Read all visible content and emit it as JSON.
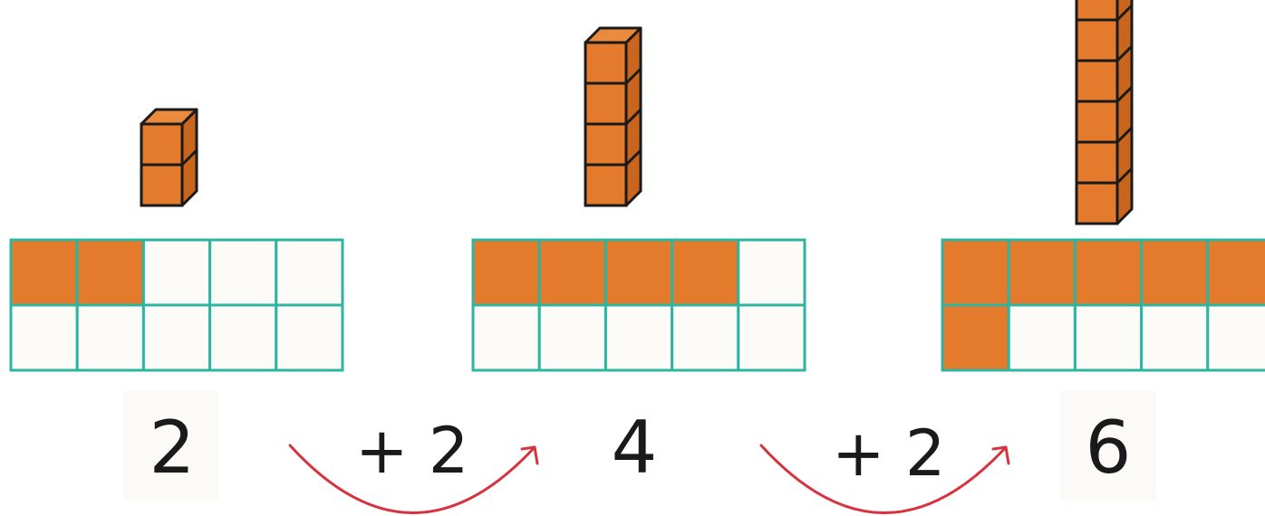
{
  "colors": {
    "cube_fill": "#e37a2c",
    "cube_top": "#ea8a3d",
    "cube_side": "#c9651c",
    "cube_stroke": "#1a1a1a",
    "frame_stroke": "#2cb5a0",
    "frame_empty": "#fdfbf8",
    "frame_filled": "#e37a2c",
    "arrow": "#d8323f"
  },
  "steps": [
    {
      "value": 2,
      "label": "2"
    },
    {
      "value": 4,
      "label": "4"
    },
    {
      "value": 6,
      "label": "6"
    }
  ],
  "jumps": [
    {
      "label": "+ 2"
    },
    {
      "label": "+ 2"
    }
  ],
  "ten_frame": {
    "rows": 2,
    "cols": 5
  }
}
